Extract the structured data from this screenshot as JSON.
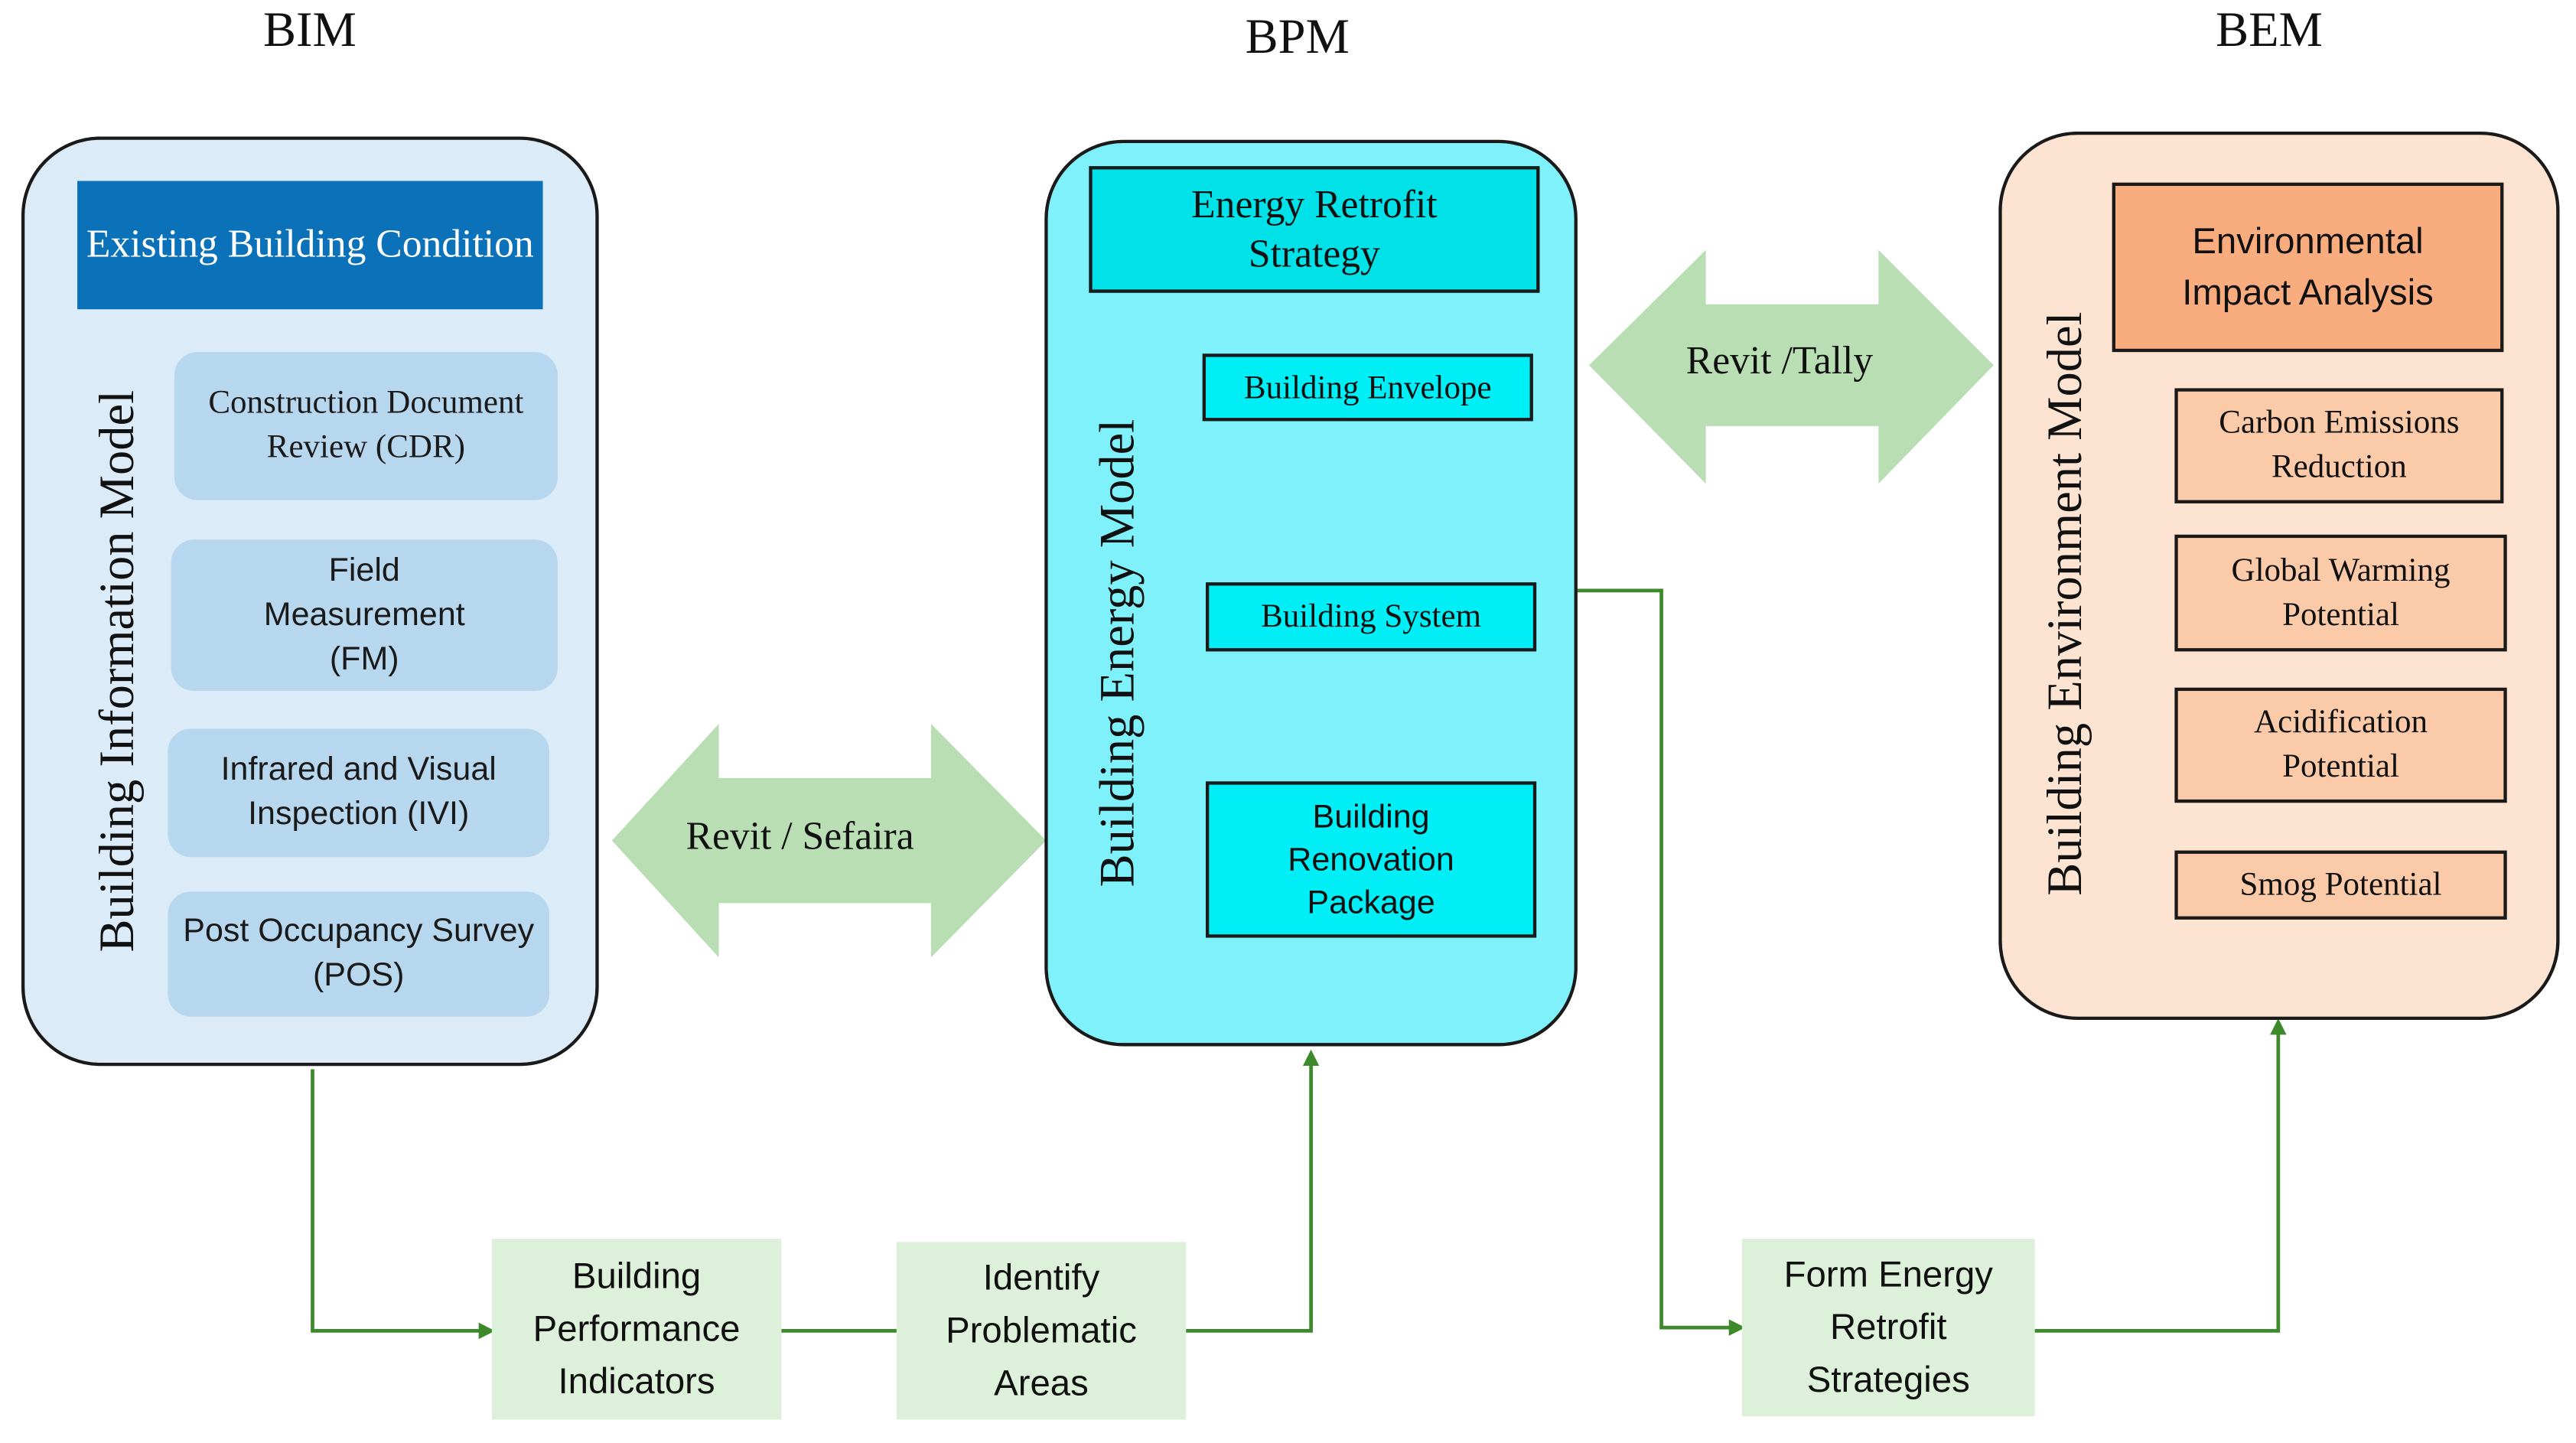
{
  "columns": {
    "bim": "BIM",
    "bpm": "BPM",
    "bem": "BEM"
  },
  "bim": {
    "vertical_label": "Building Information Model",
    "header": "Existing Building Condition",
    "items": [
      "Construction Document Review (CDR)",
      "Field Measurement (FM)",
      "Infrared and Visual Inspection (IVI)",
      "Post Occupancy Survey (POS)"
    ]
  },
  "bpm": {
    "vertical_label": "Building Energy Model",
    "header": "Energy Retrofit Strategy",
    "items": [
      "Building Envelope",
      "Building System",
      "Building Renovation Package"
    ]
  },
  "bem": {
    "vertical_label": "Building Environment Model",
    "header": "Environmental Impact Analysis",
    "items": [
      "Carbon Emissions Reduction",
      "Global Warming Potential",
      "Acidification Potential",
      "Smog Potential"
    ]
  },
  "connectors": {
    "bim_bpm": "Revit / Sefaira",
    "bpm_bem": "Revit /Tally"
  },
  "flow": {
    "performance": "Building Performance Indicators",
    "problematic": "Identify Problematic Areas",
    "strategies": "Form Energy Retrofit Strategies"
  },
  "colors": {
    "flow_line": "#3c8a2a",
    "double_arrow": "#b9deb4"
  }
}
